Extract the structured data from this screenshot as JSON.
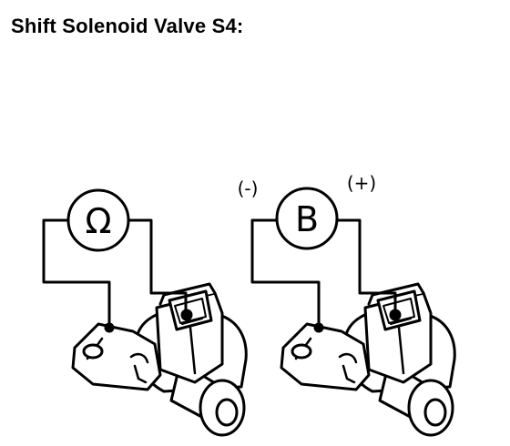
{
  "title": "Shift Solenoid Valve S4:",
  "meters": {
    "ohmmeter": {
      "symbol": "Ω"
    },
    "battery": {
      "symbol": "B"
    }
  },
  "polarity": {
    "negative": "(-)",
    "positive": "(+)"
  }
}
